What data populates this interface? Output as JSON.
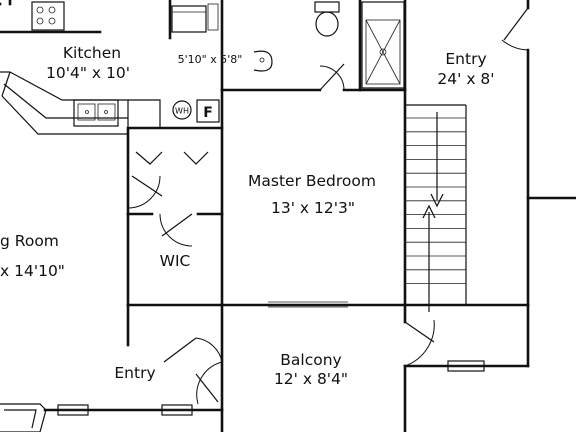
{
  "rooms": {
    "kitchen": {
      "name": "Kitchen",
      "size": "10'4\" x 10'"
    },
    "bath": {
      "size": "5'10\" x 5'8\""
    },
    "entry_right": {
      "name": "Entry",
      "size": "24' x 8'"
    },
    "master_bedroom": {
      "name": "Master Bedroom",
      "size": "13' x 12'3\""
    },
    "living_room": {
      "name": "g Room",
      "size": "x 14'10\""
    },
    "wic": {
      "name": "WIC"
    },
    "entry_bottom": {
      "name": "Entry"
    },
    "balcony": {
      "name": "Balcony",
      "size": "12' x 8'4\""
    }
  },
  "fixtures": {
    "water_heater": "WH",
    "furnace": "F"
  },
  "colors": {
    "ink": "#111111",
    "background": "#ffffff"
  }
}
